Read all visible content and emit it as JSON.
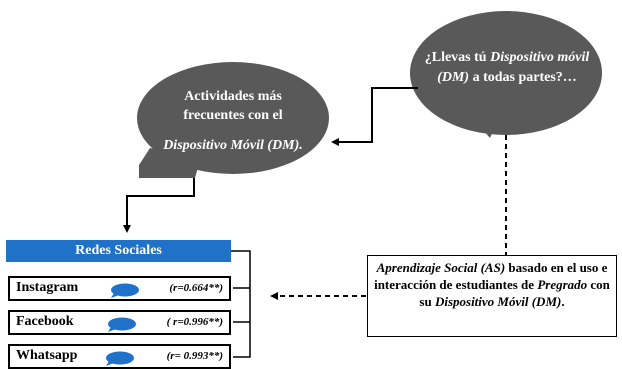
{
  "left_bubble": {
    "line1": "Actividades más",
    "line2": "frecuentes con el",
    "line3": "Dispositivo Móvil (DM).",
    "fill": "#595959"
  },
  "right_bubble": {
    "part1": "¿Llevas tú ",
    "part2_italic": "Dispositivo móvil (DM)",
    "part3": " a todas partes?…",
    "fill": "#595959"
  },
  "as_box": {
    "seg1_italic": "Aprendizaje Social  (AS)",
    "seg2": " basado en el uso e interacción de estudiantes de ",
    "seg3_italic": "Pregrado",
    "seg4": " con su ",
    "seg5_italic": "Dispositivo Móvil (DM)",
    "seg6": "."
  },
  "header": {
    "label": "Redes Sociales",
    "color": "#1f72c7"
  },
  "items": [
    {
      "name": "Instagram",
      "r": "(r=0.664**)",
      "icon": "chat-bubble-icon"
    },
    {
      "name": "Facebook",
      "r": "( r=0.996**)",
      "icon": "chat-bubble-icon"
    },
    {
      "name": "Whatsapp",
      "r": "(r= 0.993**)",
      "icon": "chat-bubble-icon"
    }
  ],
  "icon_color": "#1f72c7"
}
